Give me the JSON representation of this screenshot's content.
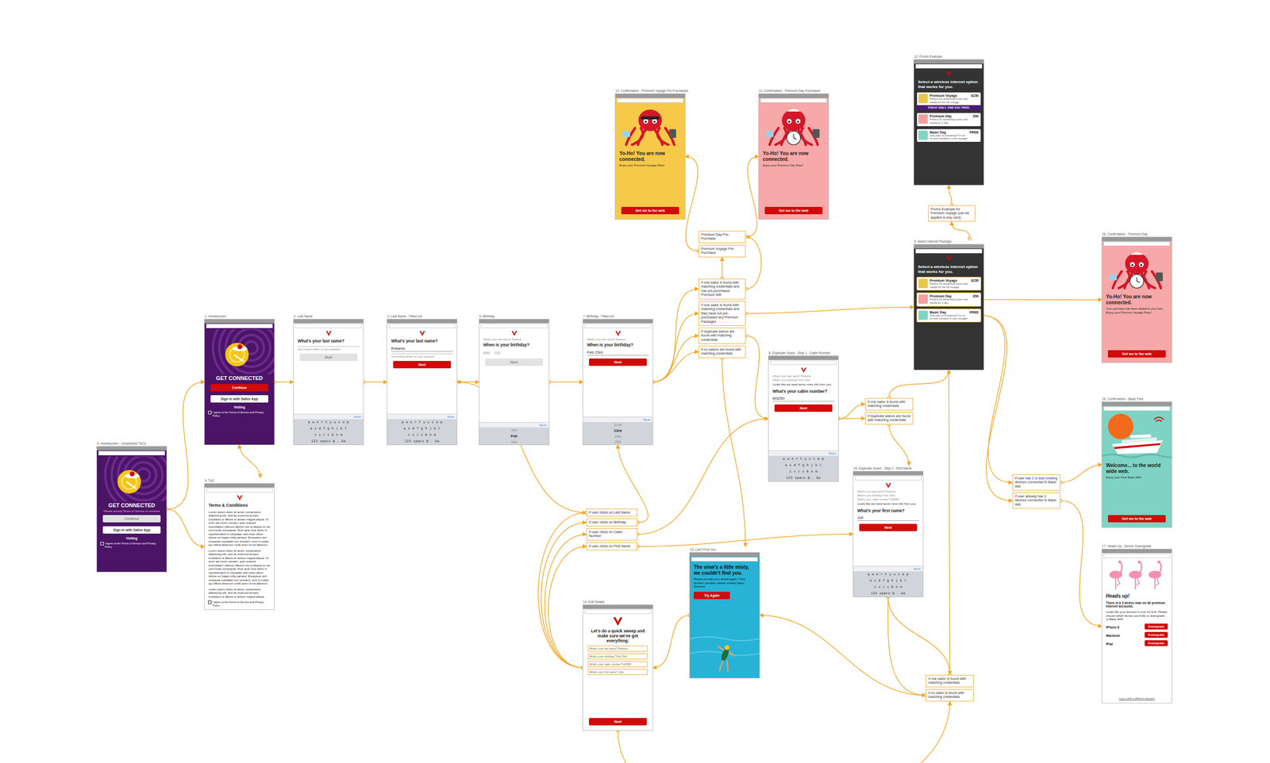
{
  "diagram": {
    "nodes": [
      {
        "text": [
          "0. Homescreen - Unselected T&Cs",
          "GET CONNECTED",
          "Please accept Terms of Service to continue",
          "Continue",
          "Sign in with Sailor App",
          "Visiting",
          "I agree to the Terms of Service and Privacy Policy"
        ]
      },
      {
        "text": [
          "1. Homescreen",
          "GET CONNECTED",
          "Continue",
          "Sign in with Sailor App",
          "Visiting",
          "I agree to the Terms of Service and Privacy Policy"
        ]
      },
      {
        "text": [
          "4. T&C",
          "Terms & Conditions",
          "Lorem ipsum dolor sit amet, consectetur adipiscing elit, sed do eiusmod tempor incididunt ut labore et dolore magna aliqua. Ut enim ad minim veniam, quis nostrud exercitation ullamco laboris nisi ut aliquip ex ea commodo consequat. Duis aute irure dolor in reprehenderit in voluptate velit esse cillum dolore eu fugiat nulla pariatur. Excepteur sint occaecat cupidatat non proident, sunt in culpa qui officia deserunt mollit anim id est laborum.",
          "Lorem ipsum dolor sit amet, consectetur adipiscing elit, sed do eiusmod tempor incididunt ut labore et dolore magna aliqua. Ut enim ad minim veniam, quis nostrud exercitation ullamco laboris nisi ut aliquip ex ea commodo consequat. Duis aute irure dolor in reprehenderit in voluptate velit esse cillum dolore eu fugiat nulla pariatur. Excepteur sint occaecat cupidatat non proident, sunt in culpa qui officia deserunt mollit anim id est laborum.",
          "Lorem ipsum dolor sit amet, consectetur adipiscing elit, sed do eiusmod tempor incididunt ut labore et dolore magna aliqua.",
          "I agree to the Terms of Service and Privacy Policy"
        ]
      },
      {
        "text": [
          "2. Last Name",
          "What's your last name?",
          "Use exactly what's on your passport",
          "Next",
          "Done",
          "q w e r t y u i o p",
          "a s d f g h j k l",
          "z x c v b n m",
          "123 space @ . Go"
        ]
      },
      {
        "text": [
          "3. Last Name - Filled out",
          "What's your last name?",
          "Roberts",
          "Use exactly what's on your passport",
          "Next",
          "Done",
          "q w e r t y u i o p",
          "a s d f g h j k l",
          "z x c v b n m",
          "123 space @ . Go"
        ]
      },
      {
        "text": [
          "6. Birthday",
          "What's your last name? Roberts",
          "When is your birthday?",
          "MM DD",
          "Next",
          "Done",
          "Jan",
          "Feb",
          "Mar"
        ]
      },
      {
        "text": [
          "7. Birthday - Filled out",
          "What's your last name? Roberts",
          "When is your birthday?",
          "Feb 23rd",
          "Next",
          "Done",
          "22nd",
          "23rd",
          "24th",
          "25th"
        ]
      },
      {
        "text": [
          "14. Edit Details",
          "Let's do a quick sweep and make sure we've got everything:",
          "What's your last name? Roberts",
          "What's your birthday? Feb 23rd",
          "What's your cabin number? M3250",
          "What's your first name? Julie",
          "Next"
        ]
      },
      {
        "text": [
          "If user clicks on Last Name"
        ]
      },
      {
        "text": [
          "If user clicks on Birthday"
        ]
      },
      {
        "text": [
          "If user clicks on Cabin Number"
        ]
      },
      {
        "text": [
          "If user clicks on First Name"
        ]
      },
      {
        "text": [
          "10. Confirmation - Premium Voyage Pre-Purchased",
          "Yo-Ho! You are now connected.",
          "Enjoy your Premium Voyage Pass!",
          "Get me to the web"
        ]
      },
      {
        "text": [
          "13. Can't Find You",
          "The view's a little misty, we couldn't find you.",
          "Please provide your details again. If the problem persists, please contact Sailor Services.",
          "Try Again"
        ]
      },
      {
        "text": [
          "Premium Day Pre-Purchase"
        ]
      },
      {
        "text": [
          "Premium Voyage Pre-Purchase"
        ]
      },
      {
        "text": [
          "If one sailor is found with matching credentials and has pre-purchased Premium Wifi"
        ]
      },
      {
        "text": [
          "If one sailor is found with matching credentials and they have not pre-purchased any Premium Packages"
        ]
      },
      {
        "text": [
          "If duplicate sailors are found with matching credentials"
        ]
      },
      {
        "text": [
          "If no sailors are found with matching credentials"
        ]
      },
      {
        "text": [
          "11. Confirmation - Premium Day Purchased",
          "Yo-Ho! You are now connected.",
          "Enjoy your Premium Day Pass!",
          "Get me to the web"
        ]
      },
      {
        "text": [
          "8. Duplicate Guest - Step 1 - Cabin Number",
          "What's your last name? Roberts",
          "What's your birthday? Feb 23rd",
          "Looks like we need some more info from you.",
          "What's your cabin number?",
          "M3250",
          "Next",
          "Done",
          "q w e r t y u i o p",
          "a s d f g h j k l",
          "z x c v b n m",
          "123 space @ . Go"
        ]
      },
      {
        "text": [
          "15. Duplicate Guest - Step 2 - First Name",
          "What's your last name? Roberts",
          "What's your birthday? Feb 23rd",
          "What's your cabin number? M3250",
          "Looks like we need some more info from you.",
          "What's your first name?",
          "Juli",
          "Next",
          "Done",
          "q w e r t y u i o p",
          "a s d f g h j k l",
          "z x c v b n m",
          "123 space @ . Go"
        ]
      },
      {
        "text": [
          "If one sailor is found with matching credentials"
        ]
      },
      {
        "text": [
          "If duplicate sailors are found with matching credentials"
        ]
      },
      {
        "text": [
          "12. Promo Example",
          "Select a wireless internet option that works for you."
        ]
      },
      {
        "text": [
          "Premium Voyage",
          "$150",
          "Perfect for streaming music and media for the full voyage.",
          "TODAY ONLY. ONE DAY FREE."
        ],
        "in": 25
      },
      {
        "text": [
          "Premium Day",
          "$50",
          "Perfect for streaming music and media for 1 day."
        ],
        "in": 25
      },
      {
        "text": [
          "Basic Day",
          "FREE",
          "Just plan on browsing? It's on us and included in your voyage!"
        ],
        "in": 25
      },
      {
        "text": [
          "Promo Example for Premium Voyage (can be applied to any card)"
        ]
      },
      {
        "text": [
          "9. Select Internet Package",
          "Select a wireless internet option that works for you."
        ]
      },
      {
        "text": [
          "Premium Voyage",
          "$150",
          "Perfect for streaming music and media for the full voyage."
        ],
        "in": 30
      },
      {
        "text": [
          "Premium Day",
          "$50",
          "Perfect for streaming music and media for 1 day."
        ],
        "in": 30
      },
      {
        "text": [
          "Basic Day",
          "FREE",
          "Just plan on browsing? It's on us and included in your voyage!"
        ],
        "in": 30
      },
      {
        "text": [
          "If one sailor is found with matching credentials"
        ]
      },
      {
        "text": [
          "If no sailor is found with matching credentials"
        ]
      },
      {
        "text": [
          "If user has 2 or less existing devices connected to Basic Wifi"
        ]
      },
      {
        "text": [
          "If user already has 3 devices connected to Basic Wifi"
        ]
      },
      {
        "text": [
          "16. Confirmation - Premium Day",
          "Yo-Ho! You are now connected.",
          "Your purchase has been added to your folio. Enjoy your Premium Voyage Pass!",
          "Get me to the web"
        ]
      },
      {
        "text": [
          "16. Confirmation - Basic Free",
          "Welcome... to the world wide web.",
          "Enjoy your Free Basic WiFi.",
          "Get me to the web"
        ]
      },
      {
        "text": [
          "17. Heads Up - Device Downgrade",
          "Heads up!",
          "There is a 3 device max on all premium internet accounts.",
          "Looks like your account is over it's limit. Please choose which device you'd like to downgrade to Basic WiFi.",
          "iPhone 6",
          "Downgrade",
          "Macbook",
          "Downgrade",
          "iPad",
          "Downgrade",
          "Log in with a different account"
        ]
      }
    ],
    "edges": [
      {
        "from": 0,
        "to": 1,
        "arrow": "to"
      },
      {
        "from": 0,
        "to": 2,
        "arrow": "to"
      },
      {
        "from": 1,
        "to": 2,
        "arrow": "both"
      },
      {
        "from": 1,
        "to": 3,
        "arrow": "to"
      },
      {
        "from": 3,
        "to": 4,
        "arrow": "to"
      },
      {
        "from": 4,
        "to": 5,
        "arrow": "to"
      },
      {
        "from": 5,
        "to": 6,
        "arrow": "to"
      },
      {
        "from": 6,
        "to": 16,
        "arrow": "to"
      },
      {
        "from": 6,
        "to": 17,
        "arrow": "to"
      },
      {
        "from": 6,
        "to": 18,
        "arrow": "to"
      },
      {
        "from": 6,
        "to": 19,
        "arrow": "to"
      },
      {
        "from": 16,
        "to": 15,
        "arrow": "to"
      },
      {
        "from": 16,
        "to": 14,
        "arrow": "to"
      },
      {
        "from": 15,
        "to": 12,
        "arrow": "to"
      },
      {
        "from": 14,
        "to": 20,
        "arrow": "to"
      },
      {
        "from": 17,
        "to": 30,
        "arrow": "to"
      },
      {
        "from": 18,
        "to": 21,
        "arrow": "to"
      },
      {
        "from": 19,
        "to": 13,
        "arrow": "to"
      },
      {
        "from": 21,
        "to": 23,
        "arrow": "to"
      },
      {
        "from": 21,
        "to": 24,
        "arrow": "to"
      },
      {
        "from": 23,
        "to": 30,
        "arrow": "to"
      },
      {
        "from": 24,
        "to": 22,
        "arrow": "to"
      },
      {
        "from": 22,
        "to": 34,
        "arrow": "to"
      },
      {
        "from": 22,
        "to": 35,
        "arrow": "to"
      },
      {
        "from": 34,
        "to": 30,
        "arrow": "to"
      },
      {
        "from": 35,
        "to": 13,
        "arrow": "to"
      },
      {
        "from": 13,
        "to": 7,
        "arrow": "to"
      },
      {
        "from": 7,
        "to": 8,
        "arrow": "to"
      },
      {
        "from": 7,
        "to": 9,
        "arrow": "to"
      },
      {
        "from": 7,
        "to": 10,
        "arrow": "to"
      },
      {
        "from": 7,
        "to": 11,
        "arrow": "to"
      },
      {
        "from": 8,
        "to": 4,
        "arrow": "to"
      },
      {
        "from": 9,
        "to": 6,
        "arrow": "to"
      },
      {
        "from": 10,
        "to": 21,
        "arrow": "to"
      },
      {
        "from": 11,
        "to": 22,
        "arrow": "to"
      },
      {
        "from": 7,
        "to": 35,
        "arrow": "to"
      },
      {
        "from": 30,
        "to": 29,
        "arrow": "to"
      },
      {
        "from": 29,
        "to": 25,
        "arrow": "to"
      },
      {
        "from": 32,
        "to": 38,
        "arrow": "to"
      },
      {
        "from": 33,
        "to": 36,
        "arrow": "to"
      },
      {
        "from": 33,
        "to": 37,
        "arrow": "to"
      },
      {
        "from": 36,
        "to": 39,
        "arrow": "to"
      },
      {
        "from": 37,
        "to": 40,
        "arrow": "to"
      }
    ]
  }
}
